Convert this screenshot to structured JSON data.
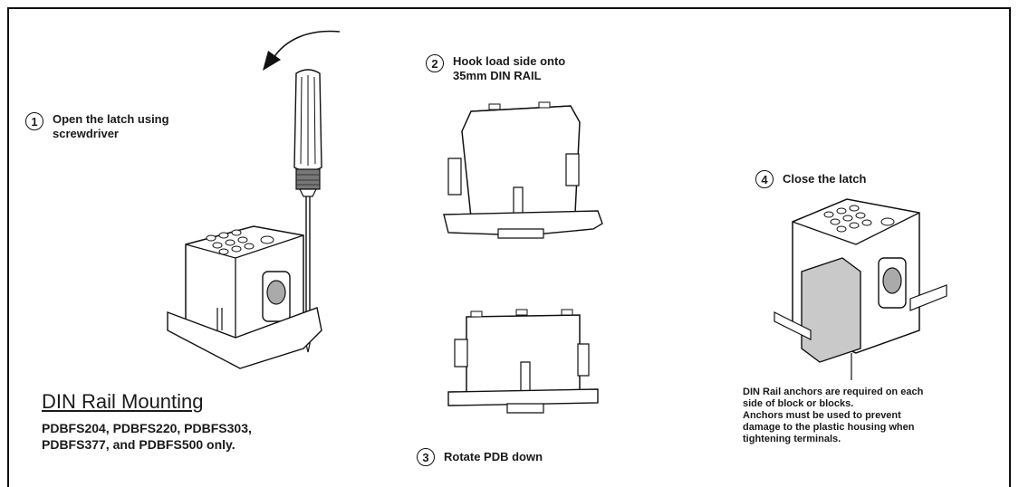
{
  "steps": [
    {
      "number": "1",
      "text": "Open the latch using\nscrewdriver"
    },
    {
      "number": "2",
      "text": "Hook load side onto\n35mm DIN RAIL"
    },
    {
      "number": "3",
      "text": "Rotate PDB down"
    },
    {
      "number": "4",
      "text": "Close the latch"
    }
  ],
  "title": "DIN Rail Mounting",
  "models": "PDBFS204, PDBFS220, PDBFS303,\nPDBFS377, and PDBFS500 only.",
  "anchor_note": "DIN Rail anchors are required on each\nside of block or blocks.\nAnchors must be used to prevent\ndamage to the plastic housing when\ntightening terminals.",
  "icons": [
    "rotation-arrow-icon",
    "screwdriver-icon",
    "distribution-block-icon",
    "din-rail-icon"
  ]
}
